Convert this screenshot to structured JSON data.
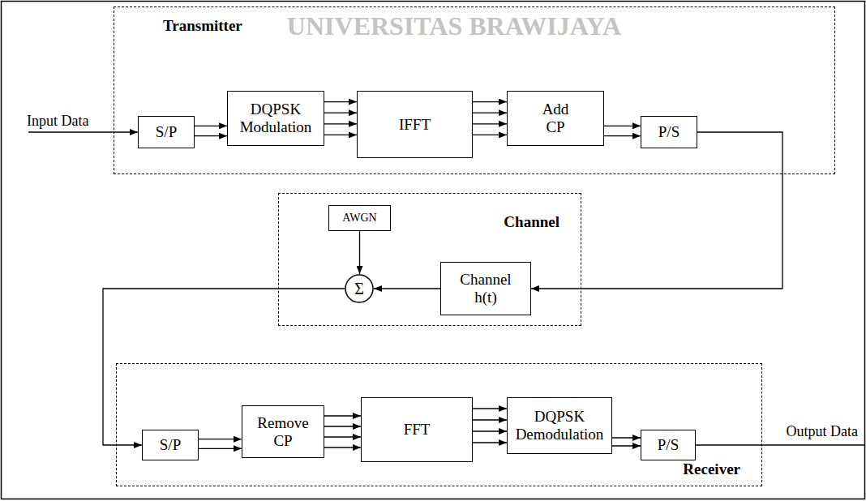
{
  "diagram": {
    "nodes": [
      {
        "text": [
          "Transmitter"
        ]
      },
      {
        "text": [
          "S/P"
        ],
        "in": 0
      },
      {
        "text": [
          "DQPSK Modulation"
        ],
        "in": 0
      },
      {
        "text": [
          "IFFT"
        ],
        "in": 0
      },
      {
        "text": [
          "Add CP"
        ],
        "in": 0
      },
      {
        "text": [
          "P/S"
        ],
        "in": 0
      },
      {
        "text": [
          "Channel"
        ]
      },
      {
        "text": [
          "AWGN"
        ],
        "in": 6
      },
      {
        "text": [
          "Σ"
        ],
        "in": 6
      },
      {
        "text": [
          "Channel h(t)"
        ],
        "in": 6
      },
      {
        "text": [
          "Receiver"
        ]
      },
      {
        "text": [
          "S/P"
        ],
        "in": 10
      },
      {
        "text": [
          "Remove CP"
        ],
        "in": 10
      },
      {
        "text": [
          "FFT"
        ],
        "in": 10
      },
      {
        "text": [
          "DQPSK Demodulation"
        ],
        "in": 10
      },
      {
        "text": [
          "P/S"
        ],
        "in": 10
      }
    ],
    "edges": [
      {
        "from": 1,
        "to": 2,
        "arrow": "to"
      },
      {
        "from": 1,
        "to": 2,
        "arrow": "to"
      },
      {
        "from": 2,
        "to": 3,
        "arrow": "to"
      },
      {
        "from": 2,
        "to": 3,
        "arrow": "to"
      },
      {
        "from": 2,
        "to": 3,
        "arrow": "to"
      },
      {
        "from": 2,
        "to": 3,
        "arrow": "to"
      },
      {
        "from": 3,
        "to": 4,
        "arrow": "to"
      },
      {
        "from": 3,
        "to": 4,
        "arrow": "to"
      },
      {
        "from": 3,
        "to": 4,
        "arrow": "to"
      },
      {
        "from": 3,
        "to": 4,
        "arrow": "to"
      },
      {
        "from": 4,
        "to": 5,
        "arrow": "to"
      },
      {
        "from": 4,
        "to": 5,
        "arrow": "to"
      },
      {
        "from": 5,
        "to": 9,
        "arrow": "to"
      },
      {
        "from": 7,
        "to": 8,
        "arrow": "to"
      },
      {
        "from": 9,
        "to": 8,
        "arrow": "to"
      },
      {
        "from": 8,
        "to": 11,
        "arrow": "to"
      },
      {
        "from": 11,
        "to": 12,
        "arrow": "to"
      },
      {
        "from": 11,
        "to": 12,
        "arrow": "to"
      },
      {
        "from": 12,
        "to": 13,
        "arrow": "to"
      },
      {
        "from": 12,
        "to": 13,
        "arrow": "to"
      },
      {
        "from": 12,
        "to": 13,
        "arrow": "to"
      },
      {
        "from": 12,
        "to": 13,
        "arrow": "to"
      },
      {
        "from": 13,
        "to": 14,
        "arrow": "to"
      },
      {
        "from": 13,
        "to": 14,
        "arrow": "to"
      },
      {
        "from": 13,
        "to": 14,
        "arrow": "to"
      },
      {
        "from": 13,
        "to": 14,
        "arrow": "to"
      },
      {
        "from": 14,
        "to": 15,
        "arrow": "to"
      },
      {
        "from": 14,
        "to": 15,
        "arrow": "to"
      }
    ],
    "labels": [
      "Input Data",
      "Output Data",
      "UNIVERSITAS BRAWIJAYA"
    ]
  }
}
